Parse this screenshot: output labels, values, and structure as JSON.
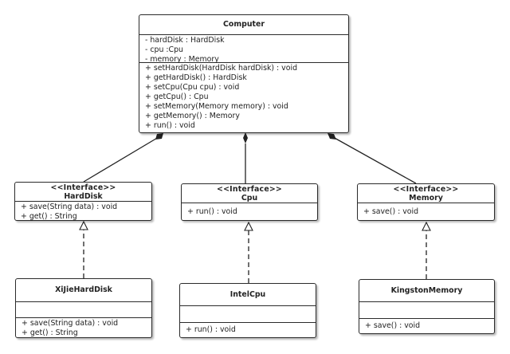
{
  "computer": {
    "name": "Computer",
    "attributes": [
      "- hardDisk : HardDisk",
      "- cpu :Cpu",
      "- memory : Memory"
    ],
    "operations": [
      "+ setHardDisk(HardDisk hardDisk) : void",
      "+ getHardDisk() : HardDisk",
      "+ setCpu(Cpu cpu) : void",
      "+ getCpu() : Cpu",
      "+ setMemory(Memory memory) : void",
      "+ getMemory() : Memory",
      "+ run() : void"
    ]
  },
  "interfaces": [
    {
      "stereotype": "<<Interface>>",
      "name": "HardDisk",
      "operations": [
        "+ save(String data) : void",
        "+ get() : String"
      ]
    },
    {
      "stereotype": "<<Interface>>",
      "name": "Cpu",
      "operations": [
        "+ run() : void"
      ]
    },
    {
      "stereotype": "<<Interface>>",
      "name": "Memory",
      "operations": [
        "+ save() : void"
      ]
    }
  ],
  "implementations": [
    {
      "name": "XiJieHardDisk",
      "operations": [
        "+ save(String data) : void",
        "+ get() : String"
      ]
    },
    {
      "name": "IntelCpu",
      "operations": [
        "+ run() : void"
      ]
    },
    {
      "name": "KingstonMemory",
      "operations": [
        "+ save() : void"
      ]
    }
  ]
}
